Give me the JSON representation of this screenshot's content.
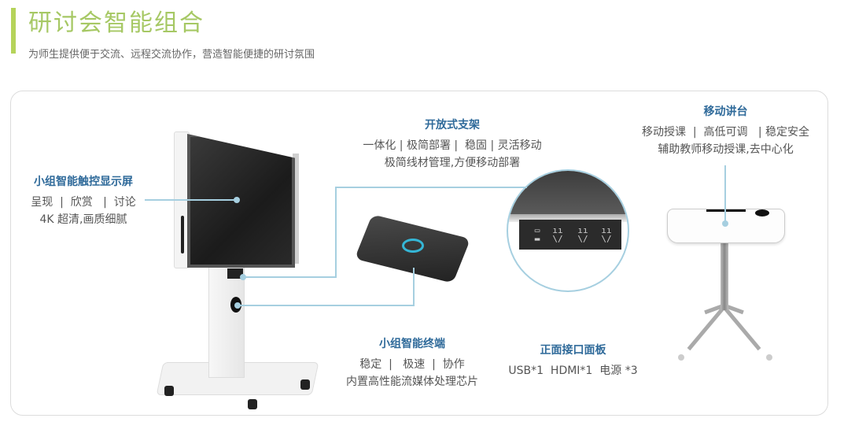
{
  "header": {
    "title": "研讨会智能组合",
    "subtitle": "为师生提供便于交流、远程交流协作，营造智能便捷的研讨氛围",
    "accent_color": "#b5d35a",
    "title_color": "#a6c864"
  },
  "features": {
    "display": {
      "title": "小组智能触控显示屏",
      "line1": "呈现  |  欣赏   |  讨论",
      "line2": "4K 超清,画质细腻"
    },
    "stand": {
      "title": "开放式支架",
      "line1": "一体化 | 极简部署 |  稳固 | 灵活移动",
      "line2": "极简线材管理,方便移动部署"
    },
    "podium": {
      "title": "移动讲台",
      "line1": "移动授课  |  高低可调   | 稳定安全",
      "line2": "辅助教师移动授课,去中心化"
    },
    "terminal": {
      "title": "小组智能终端",
      "line1": "稳定  |   极速  |  协作",
      "line2": "内置高性能流媒体处理芯片"
    },
    "panel": {
      "title": "正面接口面板",
      "line1": "USB*1  HDMI*1  电源 *3"
    }
  },
  "colors": {
    "label_title": "#2f6a9a",
    "connector": "#a6cfe0",
    "terminal_ring": "#35b6d6"
  }
}
